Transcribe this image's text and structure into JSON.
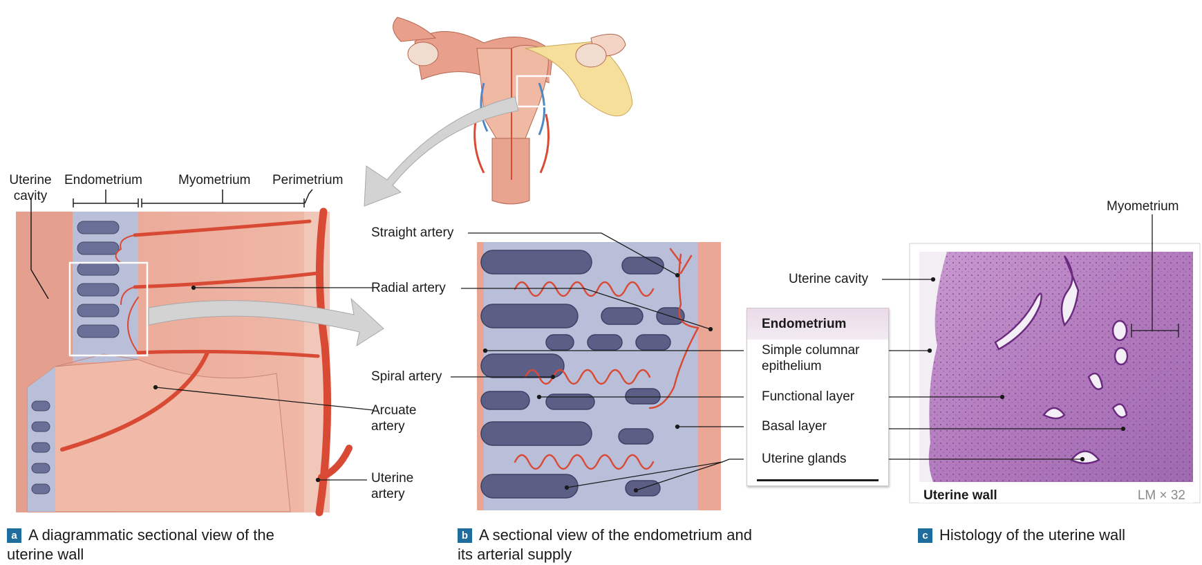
{
  "panel_a": {
    "labels": {
      "uterine_cavity": "Uterine\ncavity",
      "endometrium": "Endometrium",
      "myometrium": "Myometrium",
      "perimetrium": "Perimetrium",
      "straight_artery": "Straight artery",
      "radial_artery": "Radial artery",
      "spiral_artery": "Spiral artery",
      "arcuate_artery": "Arcuate\nartery",
      "uterine_artery": "Uterine\nartery"
    },
    "caption_badge": "a",
    "caption": "A diagrammatic sectional view of the uterine wall"
  },
  "panel_b": {
    "key_title": "Endometrium",
    "labels": {
      "simple_columnar_epithelium": "Simple columnar\nepithelium",
      "functional_layer": "Functional layer",
      "basal_layer": "Basal layer",
      "uterine_glands": "Uterine glands"
    },
    "caption_badge": "b",
    "caption": "A sectional view of the endometrium and its arterial supply"
  },
  "panel_c": {
    "labels": {
      "myometrium": "Myometrium",
      "uterine_cavity": "Uterine cavity"
    },
    "footer_title": "Uterine wall",
    "magnification": "LM × 32",
    "caption_badge": "c",
    "caption": "Histology of the uterine wall"
  },
  "colors": {
    "artery": "#d94a35",
    "muscle": "#e8a593",
    "endometrium": "#b9bfd9",
    "gland": "#5b5f86",
    "histology": "#b27bbd",
    "badge": "#1f6d9c"
  }
}
